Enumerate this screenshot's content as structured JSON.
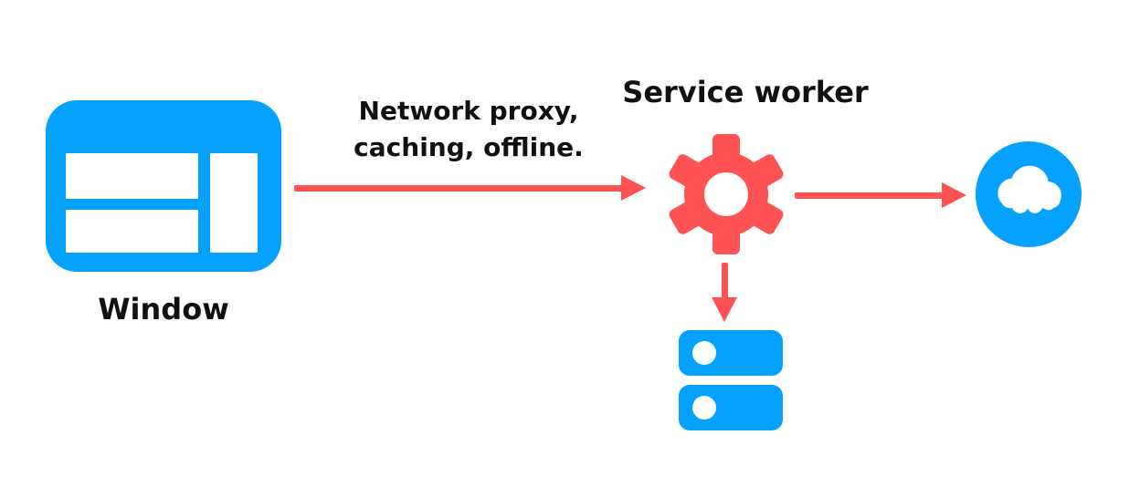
{
  "colors": {
    "blue": "#05a1ff",
    "red": "#ff5252",
    "text": "#111111",
    "background": "#ffffff"
  },
  "nodes": {
    "window": {
      "label": "Window",
      "icon": "browser-window-icon"
    },
    "service_worker": {
      "label": "Service worker",
      "icon": "gear-icon"
    },
    "network": {
      "icon": "cloud-icon"
    },
    "cache": {
      "icon": "storage-stack-icon"
    }
  },
  "edges": {
    "window_to_service_worker": {
      "label_line1": "Network proxy,",
      "label_line2": "caching, offline.",
      "direction": "right"
    },
    "service_worker_to_network": {
      "direction": "right"
    },
    "service_worker_to_cache": {
      "direction": "down"
    }
  }
}
